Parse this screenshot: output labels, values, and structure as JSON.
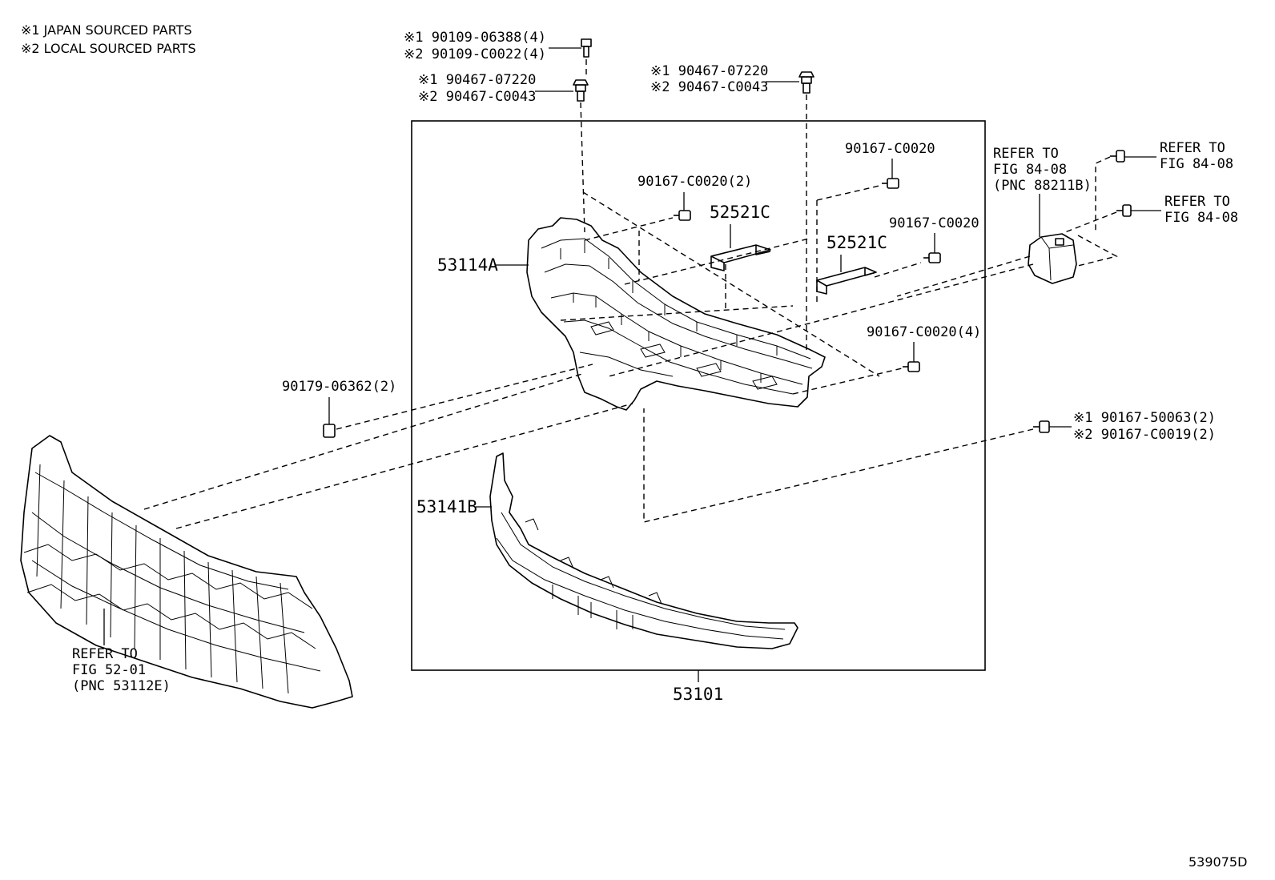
{
  "legend": [
    "※1 JAPAN SOURCED PARTS",
    "※2 LOCAL SOURCED PARTS"
  ],
  "callouts": {
    "bolt_top_1": "※1 90109-06388(4)",
    "bolt_top_2": "※2 90109-C0022(4)",
    "clip_left_1": "※1 90467-07220",
    "clip_left_2": "※2 90467-C0043",
    "clip_right_1": "※1 90467-07220",
    "clip_right_2": "※2 90467-C0043",
    "screw_a": "90167-C0020(2)",
    "screw_b": "90167-C0020",
    "screw_c": "90167-C0020",
    "screw_d": "90167-C0020(4)",
    "bracket_1": "52521C",
    "bracket_2": "52521C",
    "retainer": "53114A",
    "nut": "90179-06362(2)",
    "lower_molding": "53141B",
    "assembly": "53101",
    "screw_e_1": "※1 90167-50063(2)",
    "screw_e_2": "※2 90167-C0019(2)",
    "sensor_ref": [
      "REFER TO",
      "FIG 84-08",
      "(PNC 88211B)"
    ],
    "bolt_ref_1": [
      "REFER TO",
      "FIG 84-08"
    ],
    "bolt_ref_2": [
      "REFER TO",
      "FIG 84-08"
    ],
    "grille_ref": [
      "REFER TO",
      "FIG 52-01",
      "(PNC 53112E)"
    ]
  },
  "figure_code": "539075D"
}
